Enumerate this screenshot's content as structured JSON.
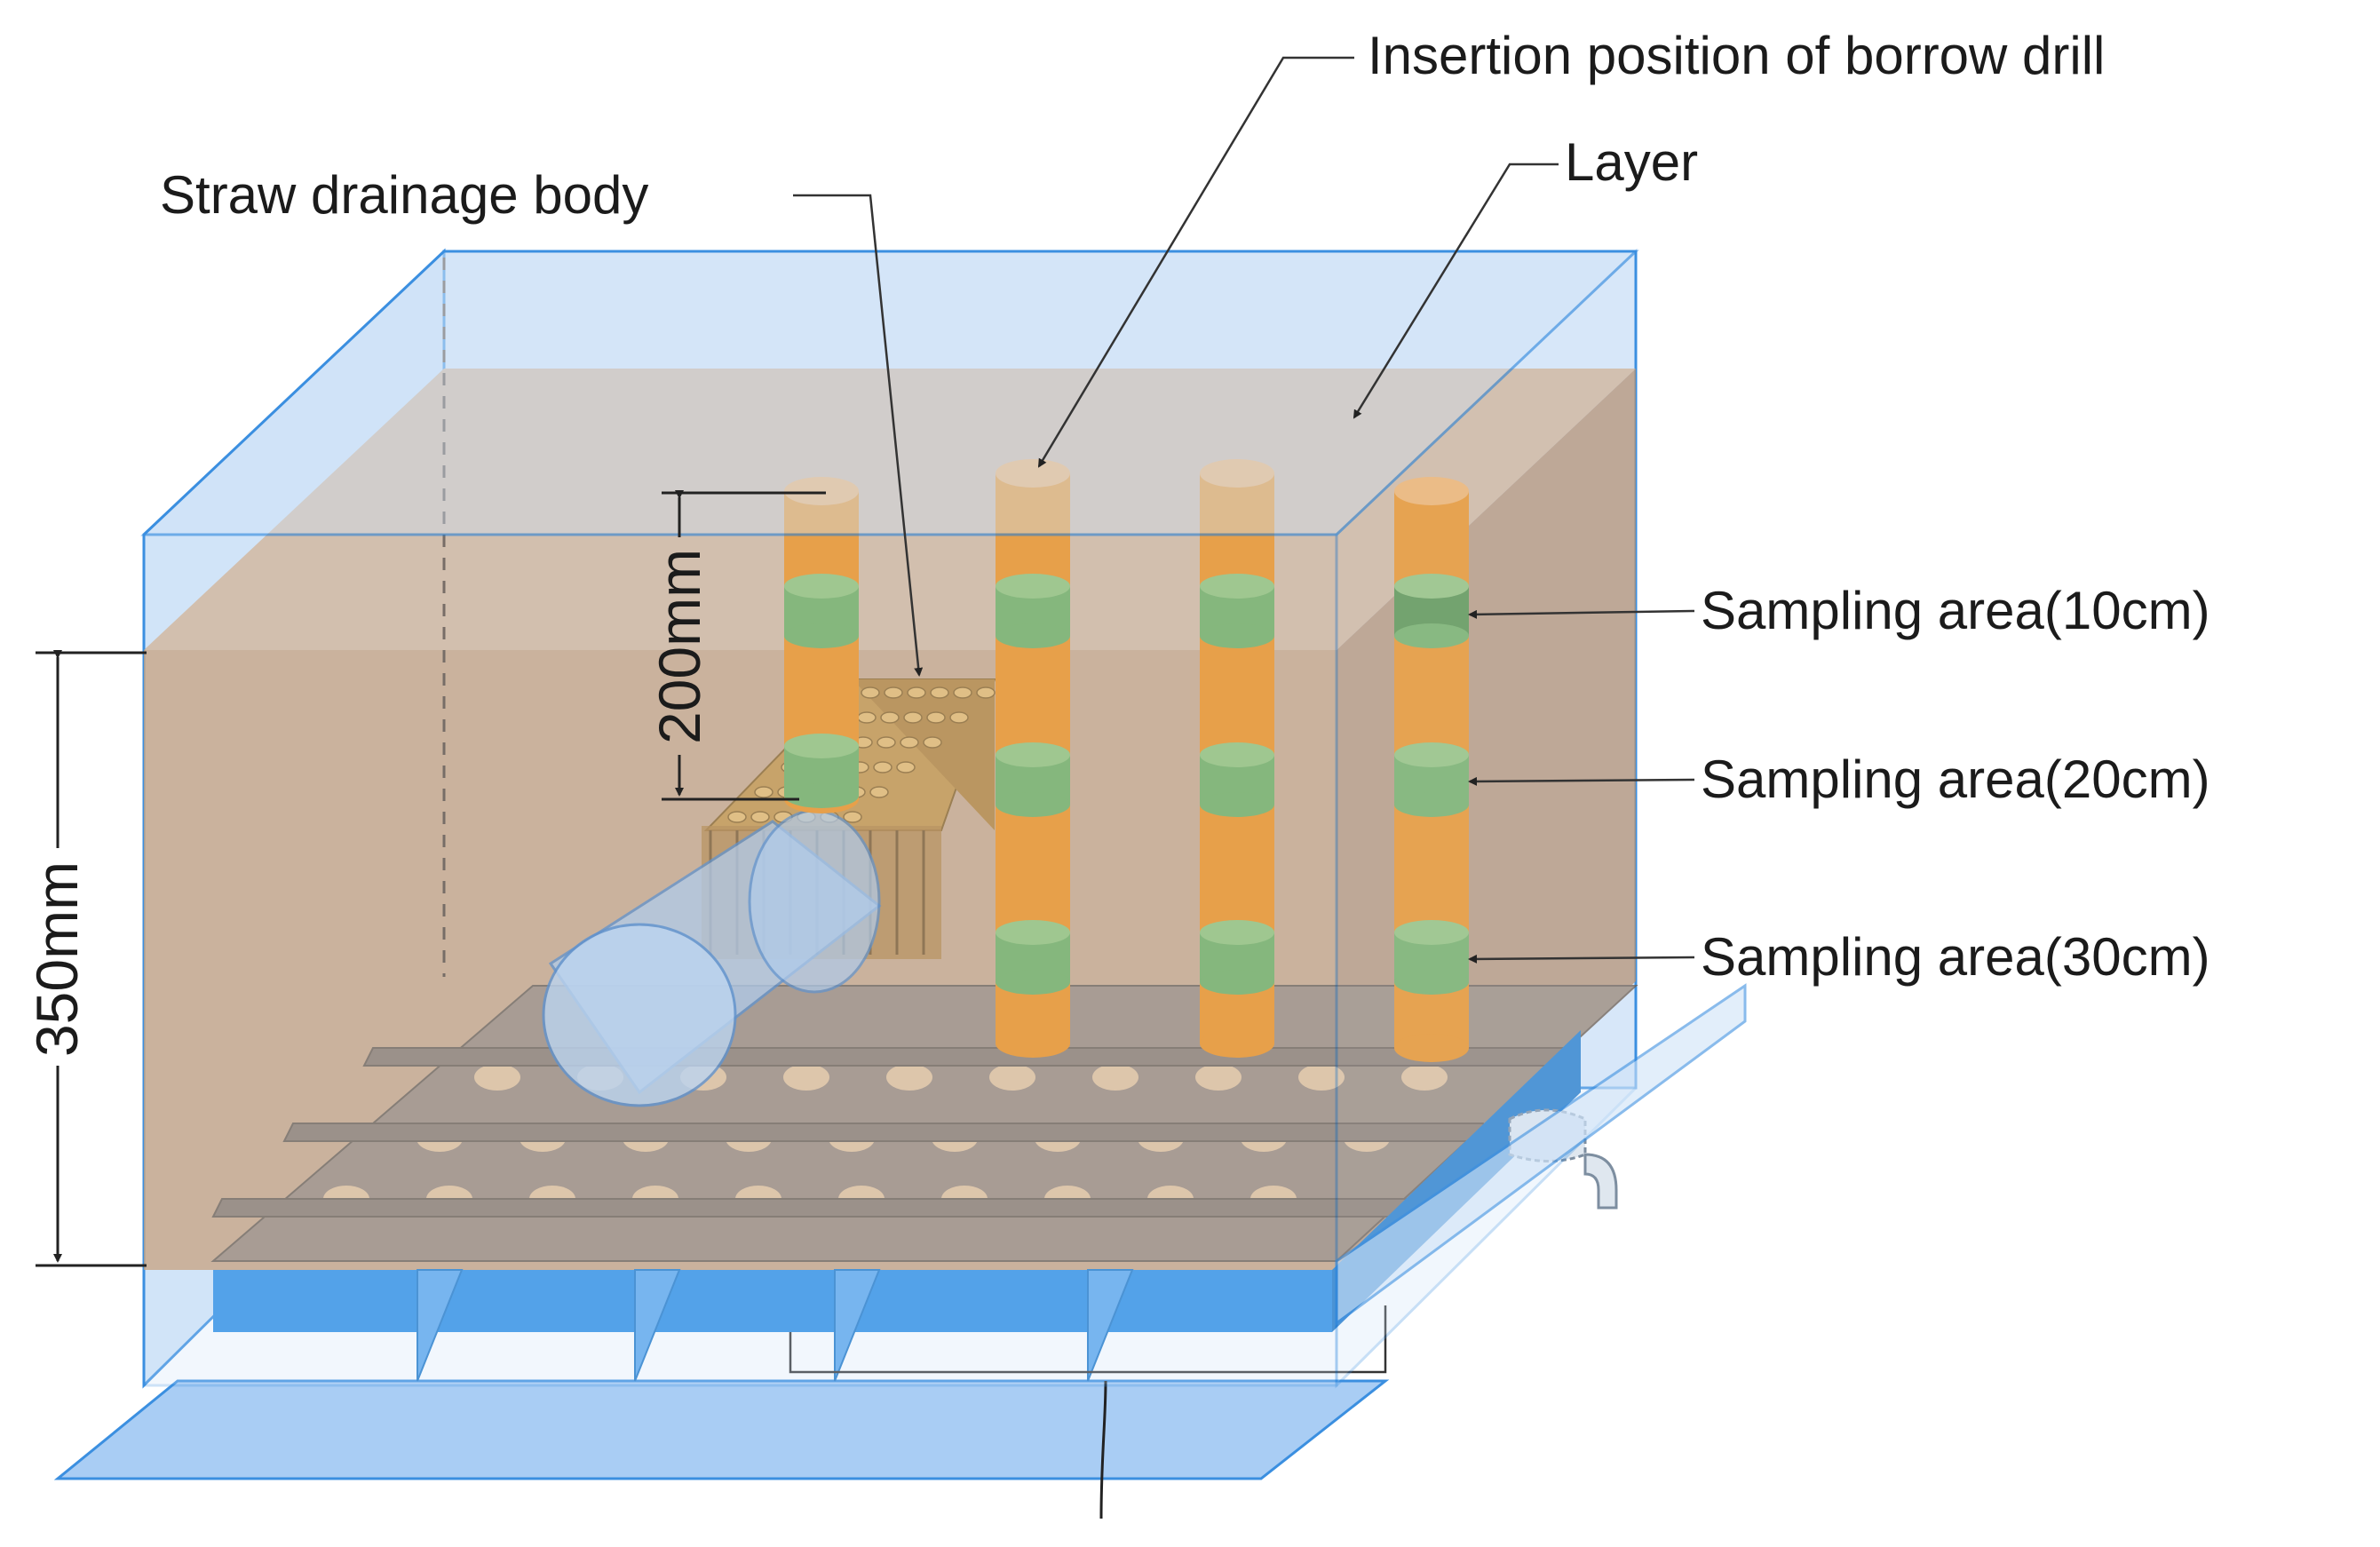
{
  "labels": {
    "drill": "Insertion position of borrow drill",
    "layer": "Layer",
    "straw": "Straw drainage body",
    "s10": "Sampling area(10cm)",
    "s20": "Sampling area(20cm)",
    "s30": "Sampling area(30cm)",
    "dim200": "200mm",
    "dim350": "350mm"
  },
  "colors": {
    "glass": "#cfe3f8",
    "glass_edge": "#3b8fe0",
    "soil": "#c9a27f",
    "soil_top": "#d8b998",
    "soil_side": "#b89272",
    "drill": "#f08a10",
    "drill_top": "#f6ad5c",
    "sample": "#6da954",
    "sample_top": "#8fbe6d",
    "tray": "#2a8de4",
    "hole": "#e3bd92",
    "straw": "#d49a3c"
  }
}
